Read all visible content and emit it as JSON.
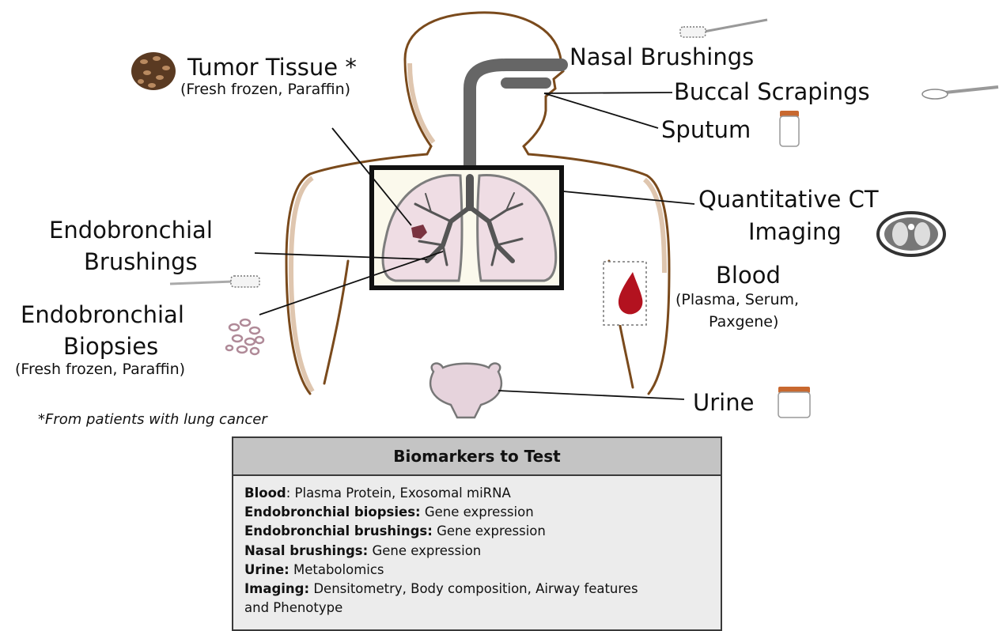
{
  "labels": {
    "tumor_tissue": "Tumor Tissue *",
    "tumor_tissue_sub": "(Fresh frozen, Paraffin)",
    "nasal_brushings": "Nasal Brushings",
    "buccal_scrapings": "Buccal Scrapings",
    "sputum": "Sputum",
    "quantitative_ct_line1": "Quantitative CT",
    "quantitative_ct_line2": "Imaging",
    "endobronchial_brushings_line1": "Endobronchial",
    "endobronchial_brushings_line2": "Brushings",
    "blood": "Blood",
    "blood_sub_line1": "(Plasma, Serum,",
    "blood_sub_line2": "Paxgene)",
    "endobronchial_biopsies_line1": "Endobronchial",
    "endobronchial_biopsies_line2": "Biopsies",
    "endobronchial_biopsies_sub": "(Fresh frozen, Paraffin)",
    "urine": "Urine"
  },
  "footnote": "*From patients with lung cancer",
  "biomarkers": {
    "title": "Biomarkers to Test",
    "items": [
      {
        "term": "Blood",
        "sep": ": ",
        "desc": "Plasma Protein, Exosomal miRNA"
      },
      {
        "term": "Endobronchial biopsies:",
        "sep": " ",
        "desc": "Gene expression"
      },
      {
        "term": "Endobronchial brushings:",
        "sep": " ",
        "desc": "Gene expression"
      },
      {
        "term": "Nasal brushings:",
        "sep": " ",
        "desc": "Gene expression"
      },
      {
        "term": "Urine:",
        "sep": " ",
        "desc": "Metabolomics"
      },
      {
        "term": "Imaging:",
        "sep": " ",
        "desc": "Densitometry, Body composition, Airway features"
      },
      {
        "term": "",
        "sep": "",
        "desc": "and Phenotype"
      }
    ]
  },
  "colors": {
    "body_outline": "#7a4a1c",
    "airway": "#666666",
    "lung_fill": "#efdde4",
    "blood_drop": "#b3121f",
    "tissue": "#5a3a22",
    "biopsy": "#b08a98",
    "jar_lid": "#c8682f"
  }
}
